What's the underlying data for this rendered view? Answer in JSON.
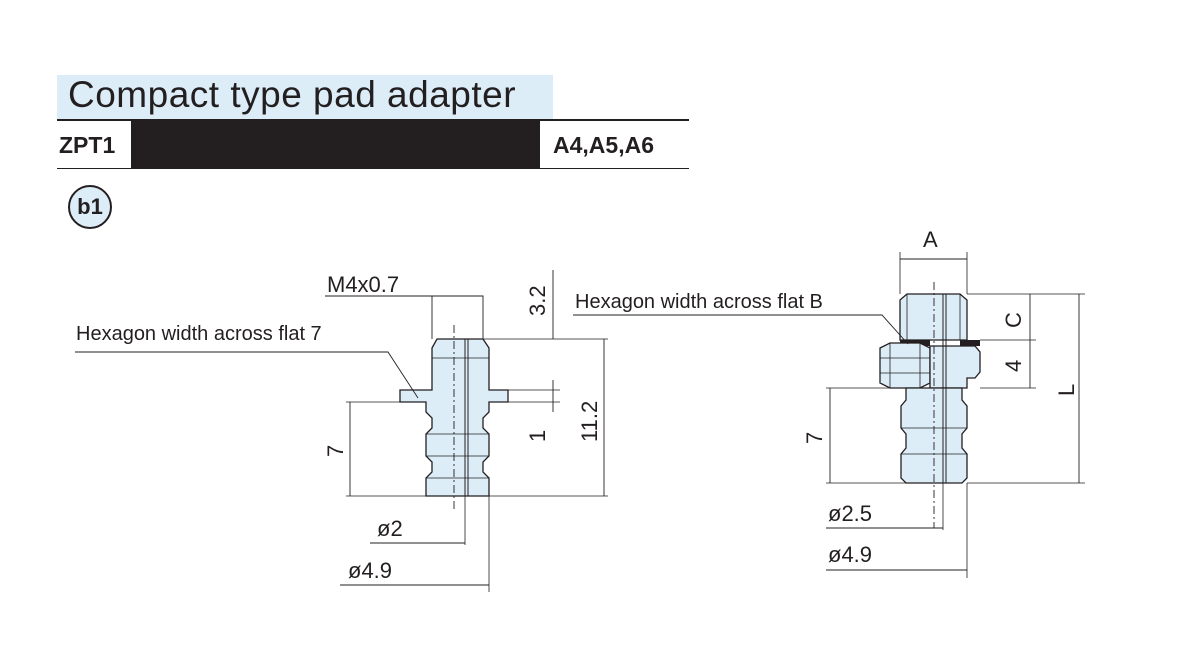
{
  "header": {
    "title": "Compact type pad adapter",
    "model_prefix": "ZPT1",
    "model_suffix": "A4,A5,A6"
  },
  "badge": {
    "label": "b1"
  },
  "left_view": {
    "thread": "M4x0.7",
    "hexagon_note": "Hexagon width across flat 7",
    "dim_top": "3.2",
    "dim_overall": "11.2",
    "dim_flange": "1",
    "dim_length": "7",
    "dia_inner": "ø2",
    "dia_outer": "ø4.9"
  },
  "right_view": {
    "dim_a": "A",
    "hexagon_note": "Hexagon width across flat B",
    "dim_c": "C",
    "dim_hex": "4",
    "dim_l": "L",
    "dim_length": "7",
    "dia_inner": "ø2.5",
    "dia_outer": "ø4.9"
  },
  "colors": {
    "part_fill": "#dcedf8",
    "line": "#231f20"
  }
}
